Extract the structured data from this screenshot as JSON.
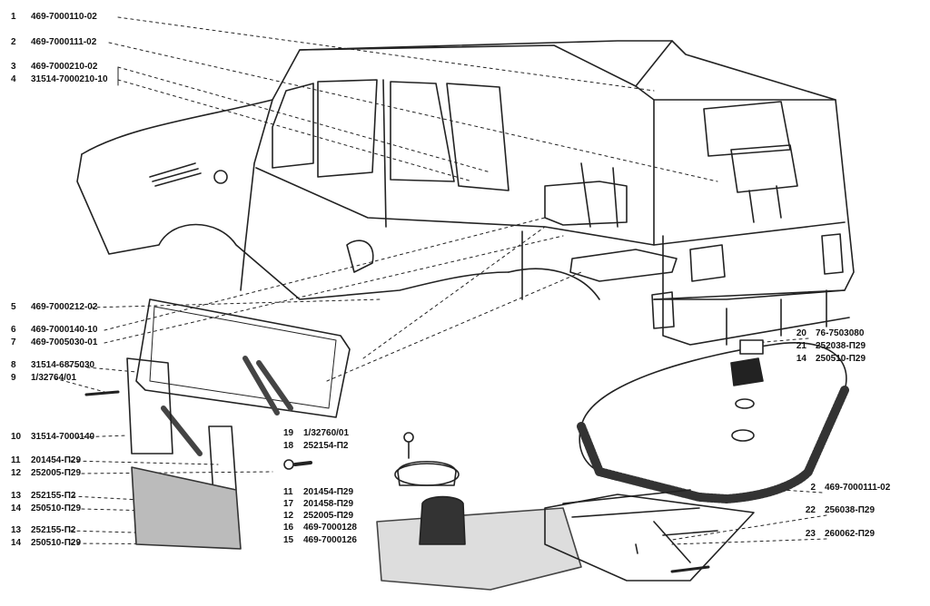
{
  "title": "Body parts exploded view",
  "left_callouts": [
    {
      "num": "1",
      "code": "469-7000110-02"
    },
    {
      "num": "2",
      "code": "469-7000111-02"
    },
    {
      "num": "3",
      "code": "469-7000210-02"
    },
    {
      "num": "4",
      "code": "31514-7000210-10"
    },
    {
      "num": "5",
      "code": "469-7000212-02"
    },
    {
      "num": "6",
      "code": "469-7000140-10"
    },
    {
      "num": "7",
      "code": "469-7005030-01"
    },
    {
      "num": "8",
      "code": "31514-6875030"
    },
    {
      "num": "9",
      "code": "1/32764/01"
    },
    {
      "num": "10",
      "code": "31514-7000140"
    },
    {
      "num": "11",
      "code": "201454-П29"
    },
    {
      "num": "12",
      "code": "252005-П29"
    },
    {
      "num": "13",
      "code": "252155-П2"
    },
    {
      "num": "14",
      "code": "250510-П29"
    },
    {
      "num": "13",
      "code": "252155-П2"
    },
    {
      "num": "14",
      "code": "250510-П29"
    }
  ],
  "middle_callouts": [
    {
      "num": "19",
      "code": "1/32760/01"
    },
    {
      "num": "18",
      "code": "252154-П2"
    },
    {
      "num": "11",
      "code": "201454-П29"
    },
    {
      "num": "17",
      "code": "201458-П29"
    },
    {
      "num": "12",
      "code": "252005-П29"
    },
    {
      "num": "16",
      "code": "469-7000128"
    },
    {
      "num": "15",
      "code": "469-7000126"
    }
  ],
  "right_callouts": [
    {
      "num": "20",
      "code": "76-7503080"
    },
    {
      "num": "21",
      "code": "252038-П29"
    },
    {
      "num": "14",
      "code": "250510-П29"
    },
    {
      "num": "2",
      "code": "469-7000111-02"
    },
    {
      "num": "22",
      "code": "256038-П29"
    },
    {
      "num": "23",
      "code": "260062-П29"
    }
  ]
}
